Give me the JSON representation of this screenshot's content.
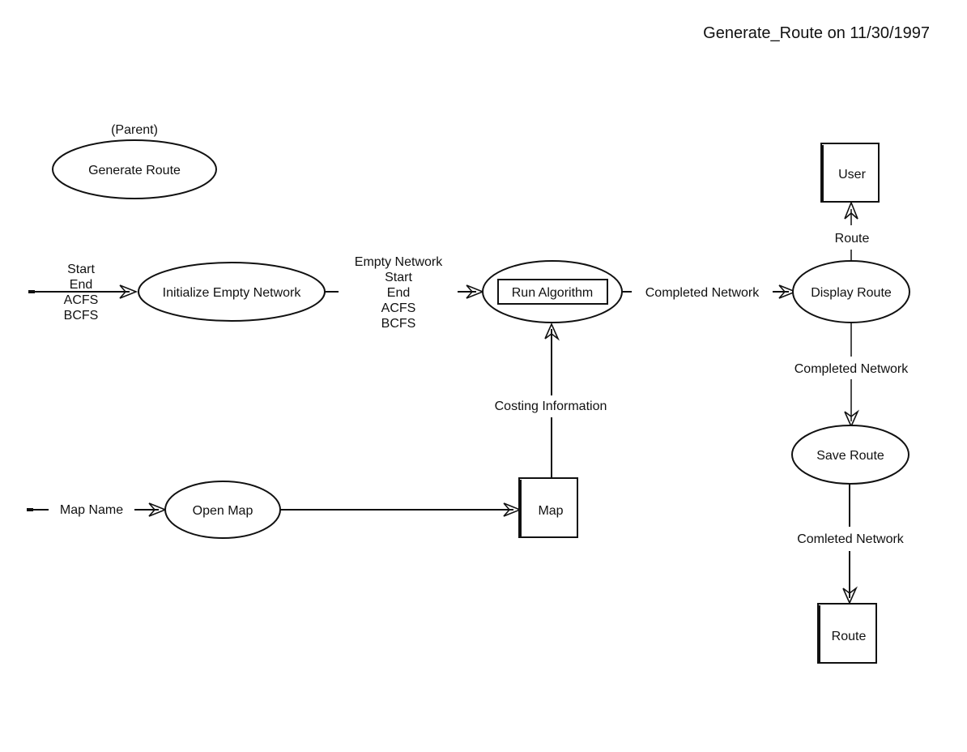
{
  "header": {
    "title": "Generate_Route on 11/30/1997"
  },
  "parent": {
    "caption": "(Parent)",
    "label": "Generate Route"
  },
  "processes": {
    "initialize": "Initialize Empty Network",
    "run": "Run Algorithm",
    "display": "Display Route",
    "save": "Save Route",
    "open_map": "Open Map"
  },
  "stores": {
    "user": "User",
    "map": "Map",
    "route": "Route"
  },
  "flows": {
    "input_params": [
      "Start",
      "End",
      "ACFS",
      "BCFS"
    ],
    "init_to_run": [
      "Empty Network",
      "Start",
      "End",
      "ACFS",
      "BCFS"
    ],
    "run_to_display": "Completed Network",
    "display_to_user": "Route",
    "display_to_save": "Completed Network",
    "save_to_route": "Comleted Network",
    "map_name": "Map Name",
    "map_to_run": "Costing Information"
  }
}
